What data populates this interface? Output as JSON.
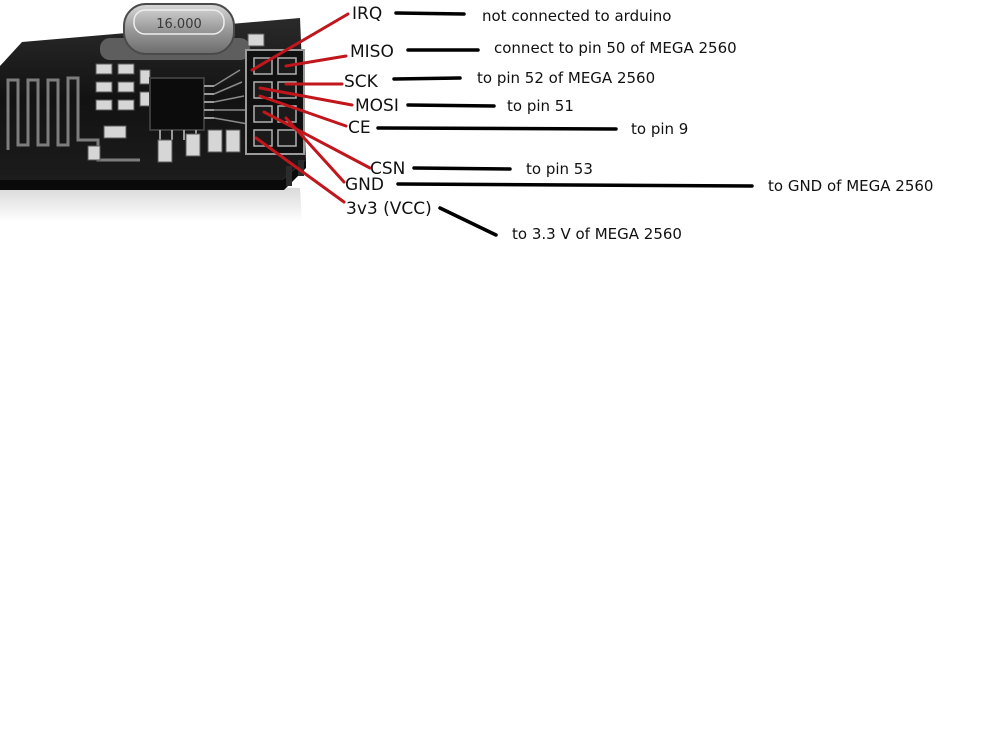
{
  "module": {
    "crystal_marking": "16.000",
    "colors": {
      "pcb": "#161616",
      "trace": "#8a8a8a",
      "pad": "#d8d8d8",
      "crystal": "#9a9a9a"
    }
  },
  "colors": {
    "pointer_line": "#c0161c",
    "connector_line": "#000000",
    "text": "#111111"
  },
  "pins": [
    {
      "label": "IRQ",
      "description": "not connected to arduino"
    },
    {
      "label": "MISO",
      "description": "connect to pin 50 of MEGA 2560"
    },
    {
      "label": "SCK",
      "description": "to pin 52 of MEGA 2560"
    },
    {
      "label": "MOSI",
      "description": "to pin 51"
    },
    {
      "label": "CE",
      "description": "to pin 9"
    },
    {
      "label": "CSN",
      "description": "to pin 53"
    },
    {
      "label": "GND",
      "description": "to GND of MEGA 2560"
    },
    {
      "label": "3v3 (VCC)",
      "description": "to 3.3 V of MEGA 2560"
    }
  ]
}
